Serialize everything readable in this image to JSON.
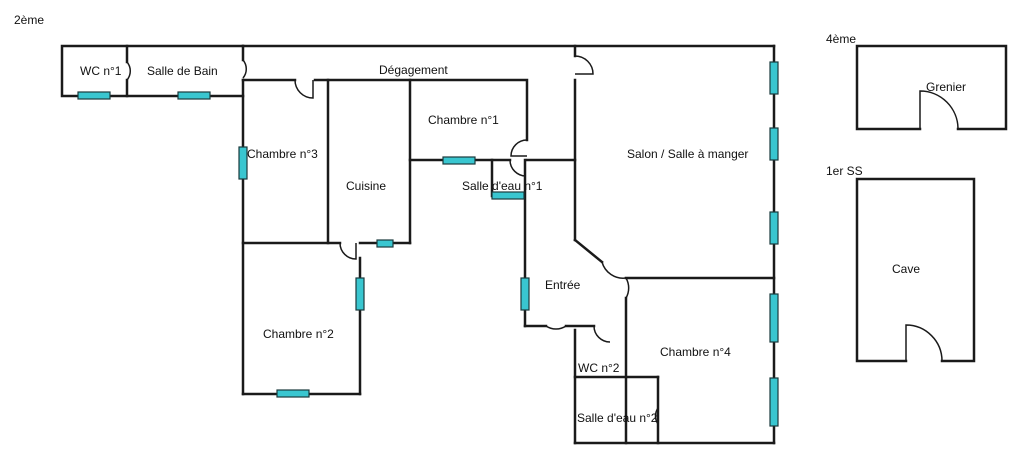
{
  "floors": {
    "second": "2ème",
    "fourth": "4ème",
    "basement": "1er SS"
  },
  "rooms": {
    "wc1": "WC n°1",
    "salle_de_bain": "Salle de Bain",
    "degagement": "Dégagement",
    "chambre1": "Chambre n°1",
    "chambre3": "Chambre n°3",
    "cuisine": "Cuisine",
    "salle_eau1": "Salle d'eau n°1",
    "salon": "Salon / Salle à manger",
    "entree": "Entrée",
    "chambre2": "Chambre n°2",
    "wc2": "WC n°2",
    "chambre4": "Chambre n°4",
    "salle_eau2": "Salle d'eau n°2",
    "grenier": "Grenier",
    "cave": "Cave"
  },
  "colors": {
    "walls": "#1a1a1a",
    "windows": "#39c6d0"
  }
}
